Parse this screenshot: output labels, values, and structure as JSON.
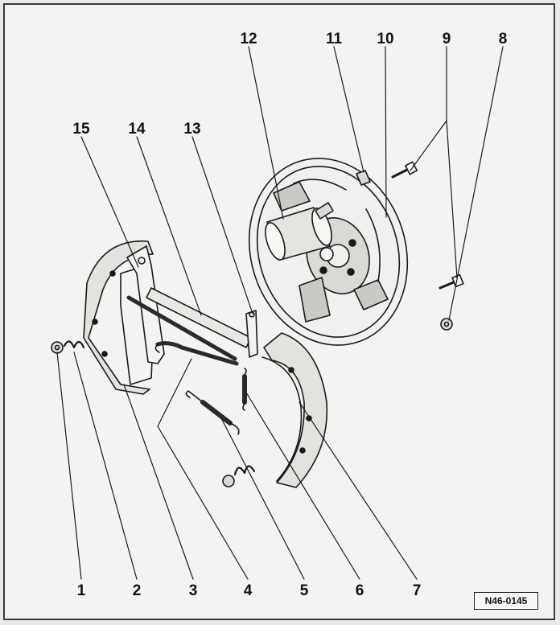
{
  "callouts": {
    "n1": "1",
    "n2": "2",
    "n3": "3",
    "n4": "4",
    "n5": "5",
    "n6": "6",
    "n7": "7",
    "n8": "8",
    "n9": "9",
    "n10": "10",
    "n11": "11",
    "n12": "12",
    "n13": "13",
    "n14": "14",
    "n15": "15"
  },
  "figure_id": "N46-0145",
  "colors": {
    "ink": "#1a1a1a",
    "paper": "#f3f3f1",
    "shade": "#c9c9c6"
  }
}
